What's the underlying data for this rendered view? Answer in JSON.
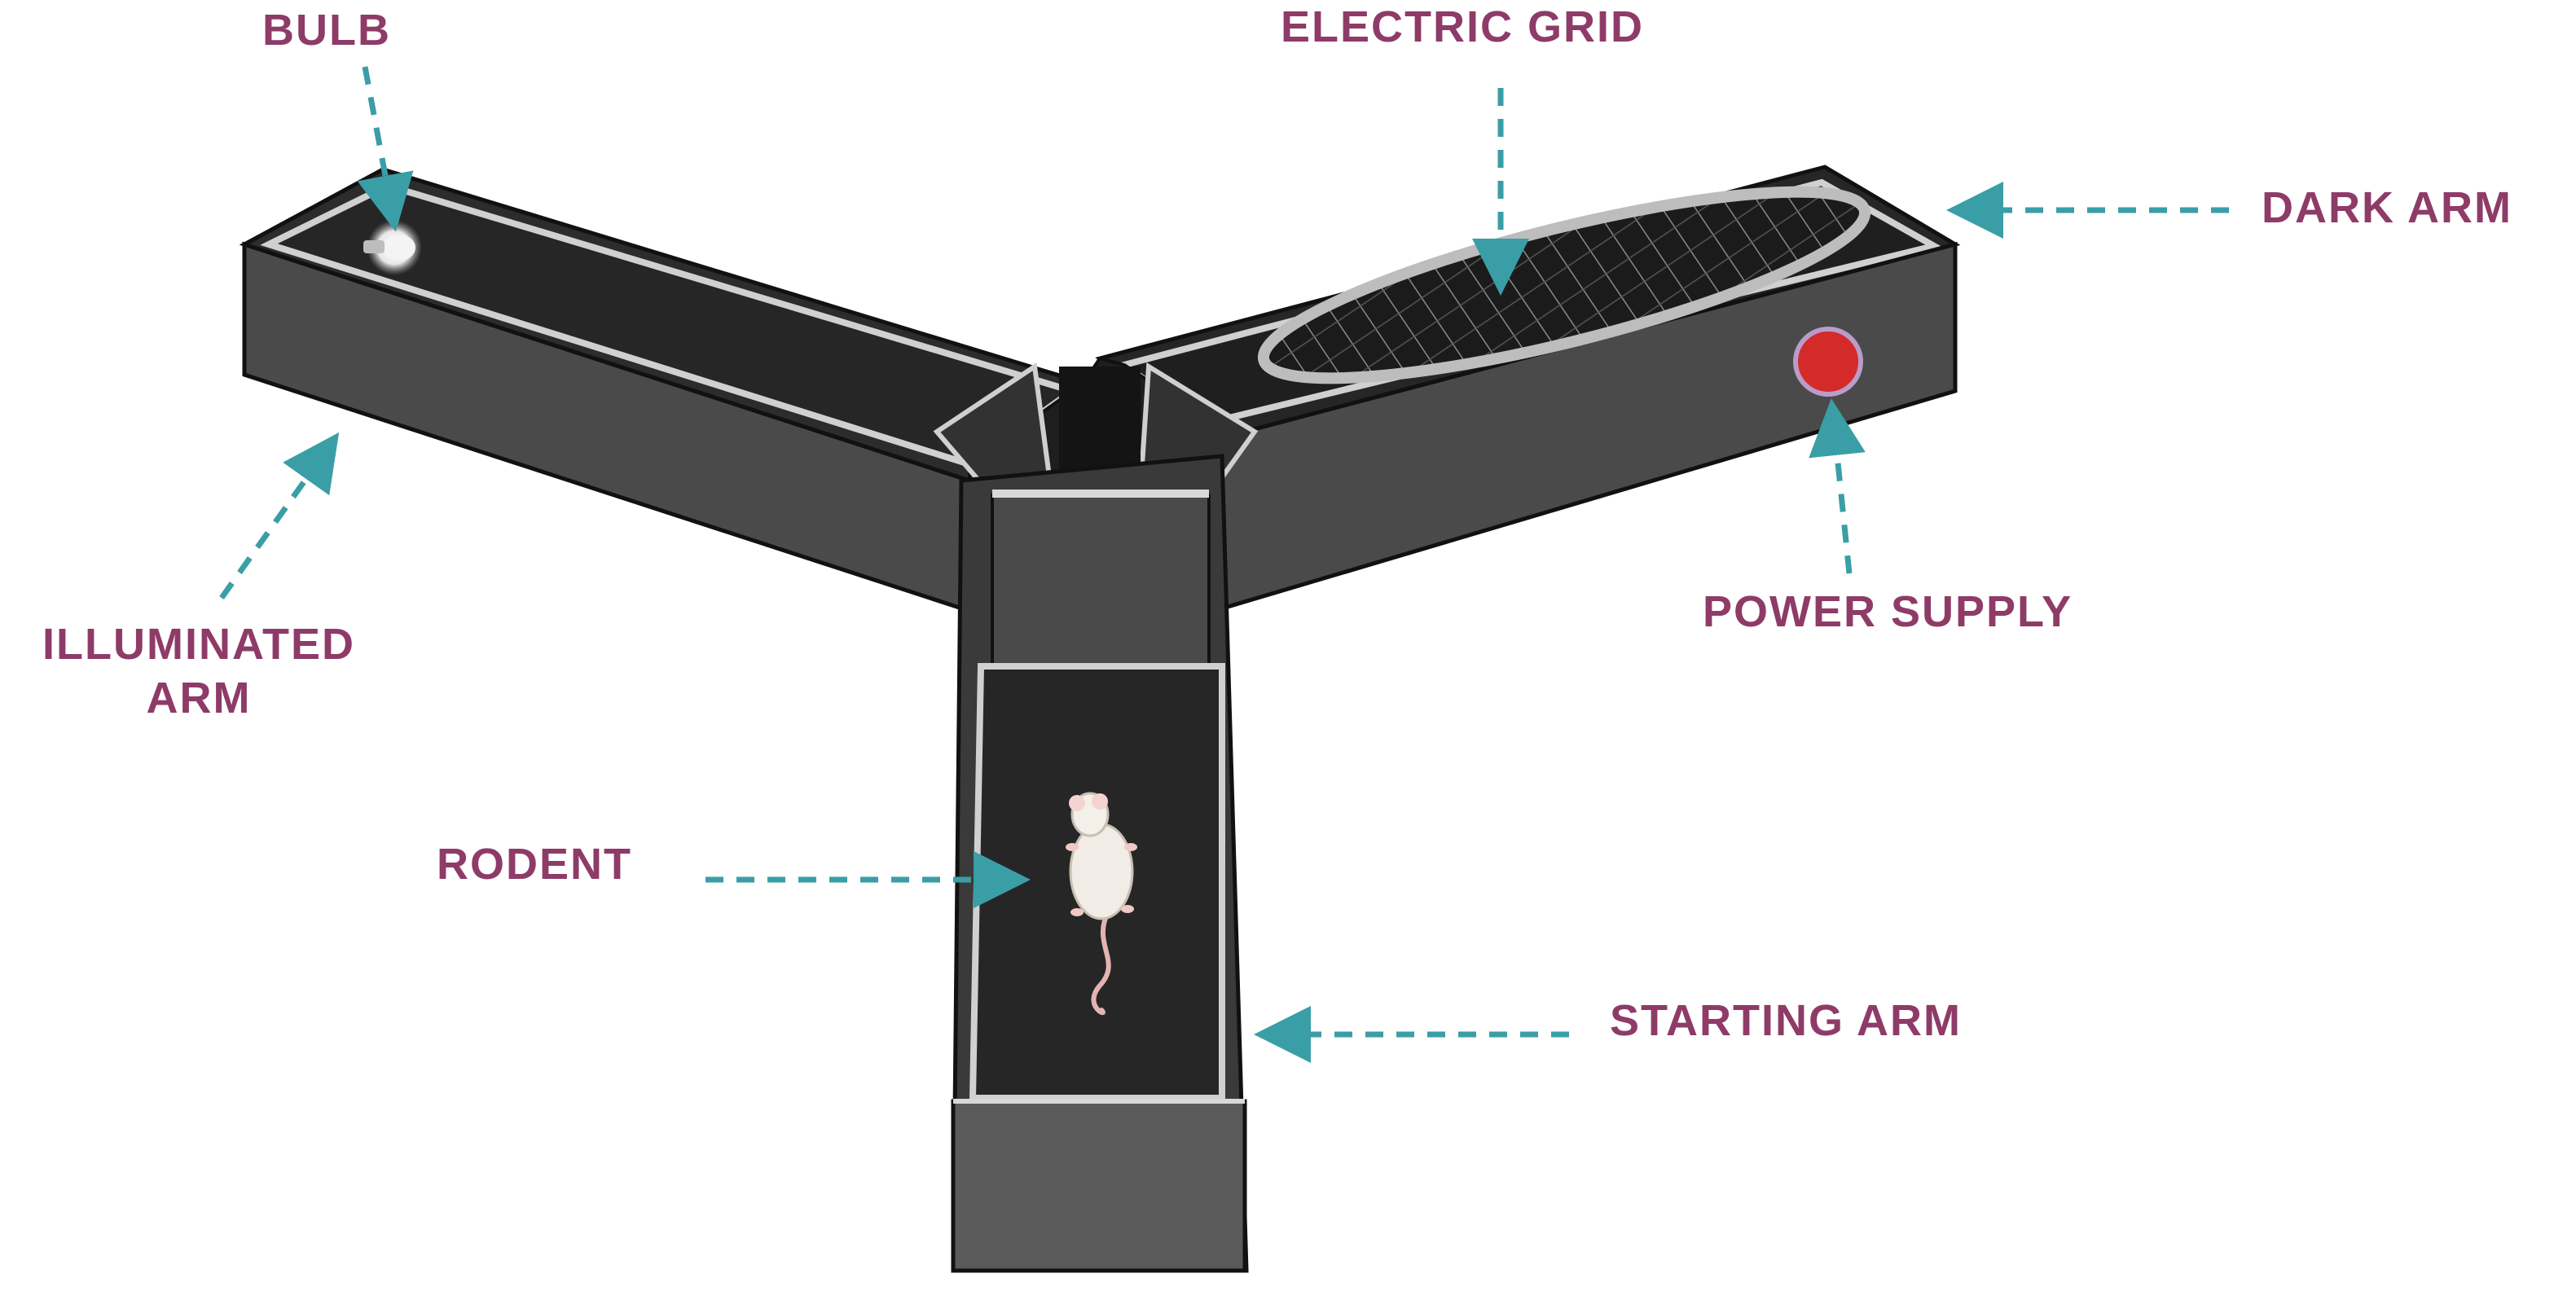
{
  "labels": {
    "bulb": "BULB",
    "electric_grid": "ELECTRIC GRID",
    "dark_arm": "DARK ARM",
    "illuminated_arm_line1": "ILLUMINATED",
    "illuminated_arm_line2": "ARM",
    "power_supply": "POWER SUPPLY",
    "rodent": "RODENT",
    "starting_arm": "STARTING ARM"
  },
  "colors": {
    "label_text": "#8e3b68",
    "arrow": "#3a9ea6",
    "maze_wall": "#4a4a4a",
    "maze_floor": "#262626",
    "maze_rim": "#cfcfcf",
    "power_supply": "#d42a2a"
  },
  "icons": [
    "bulb-icon",
    "rodent-icon",
    "electric-grid",
    "power-supply-button"
  ]
}
